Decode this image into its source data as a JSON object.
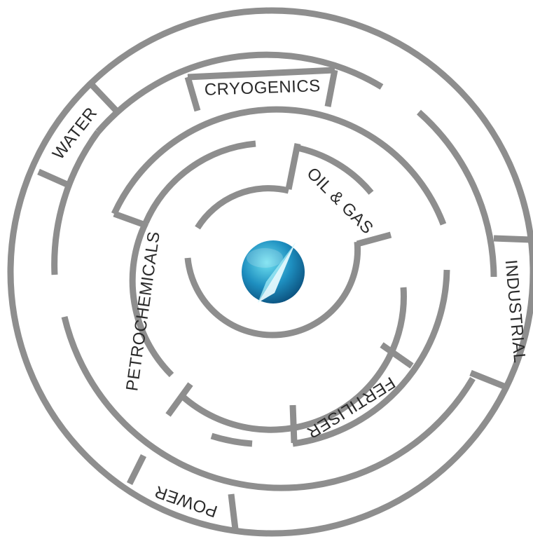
{
  "sectors": [
    {
      "key": "cryogenics",
      "label": "CRYOGENICS"
    },
    {
      "key": "water",
      "label": "WATER"
    },
    {
      "key": "industrial",
      "label": "INDUSTRIAL"
    },
    {
      "key": "power",
      "label": "POWER"
    },
    {
      "key": "petrochemicals",
      "label": "PETROCHEMICALS"
    },
    {
      "key": "fertiliser",
      "label": "FERTILISER"
    },
    {
      "key": "oil_gas",
      "label": "OIL & GAS"
    }
  ],
  "colors": {
    "wall": "#8e8e8e",
    "text": "#2a2a2a",
    "logo_dark": "#0f5f91",
    "logo_light": "#4fd0e6"
  },
  "center_logo": {
    "icon": "compass-logo-icon"
  }
}
